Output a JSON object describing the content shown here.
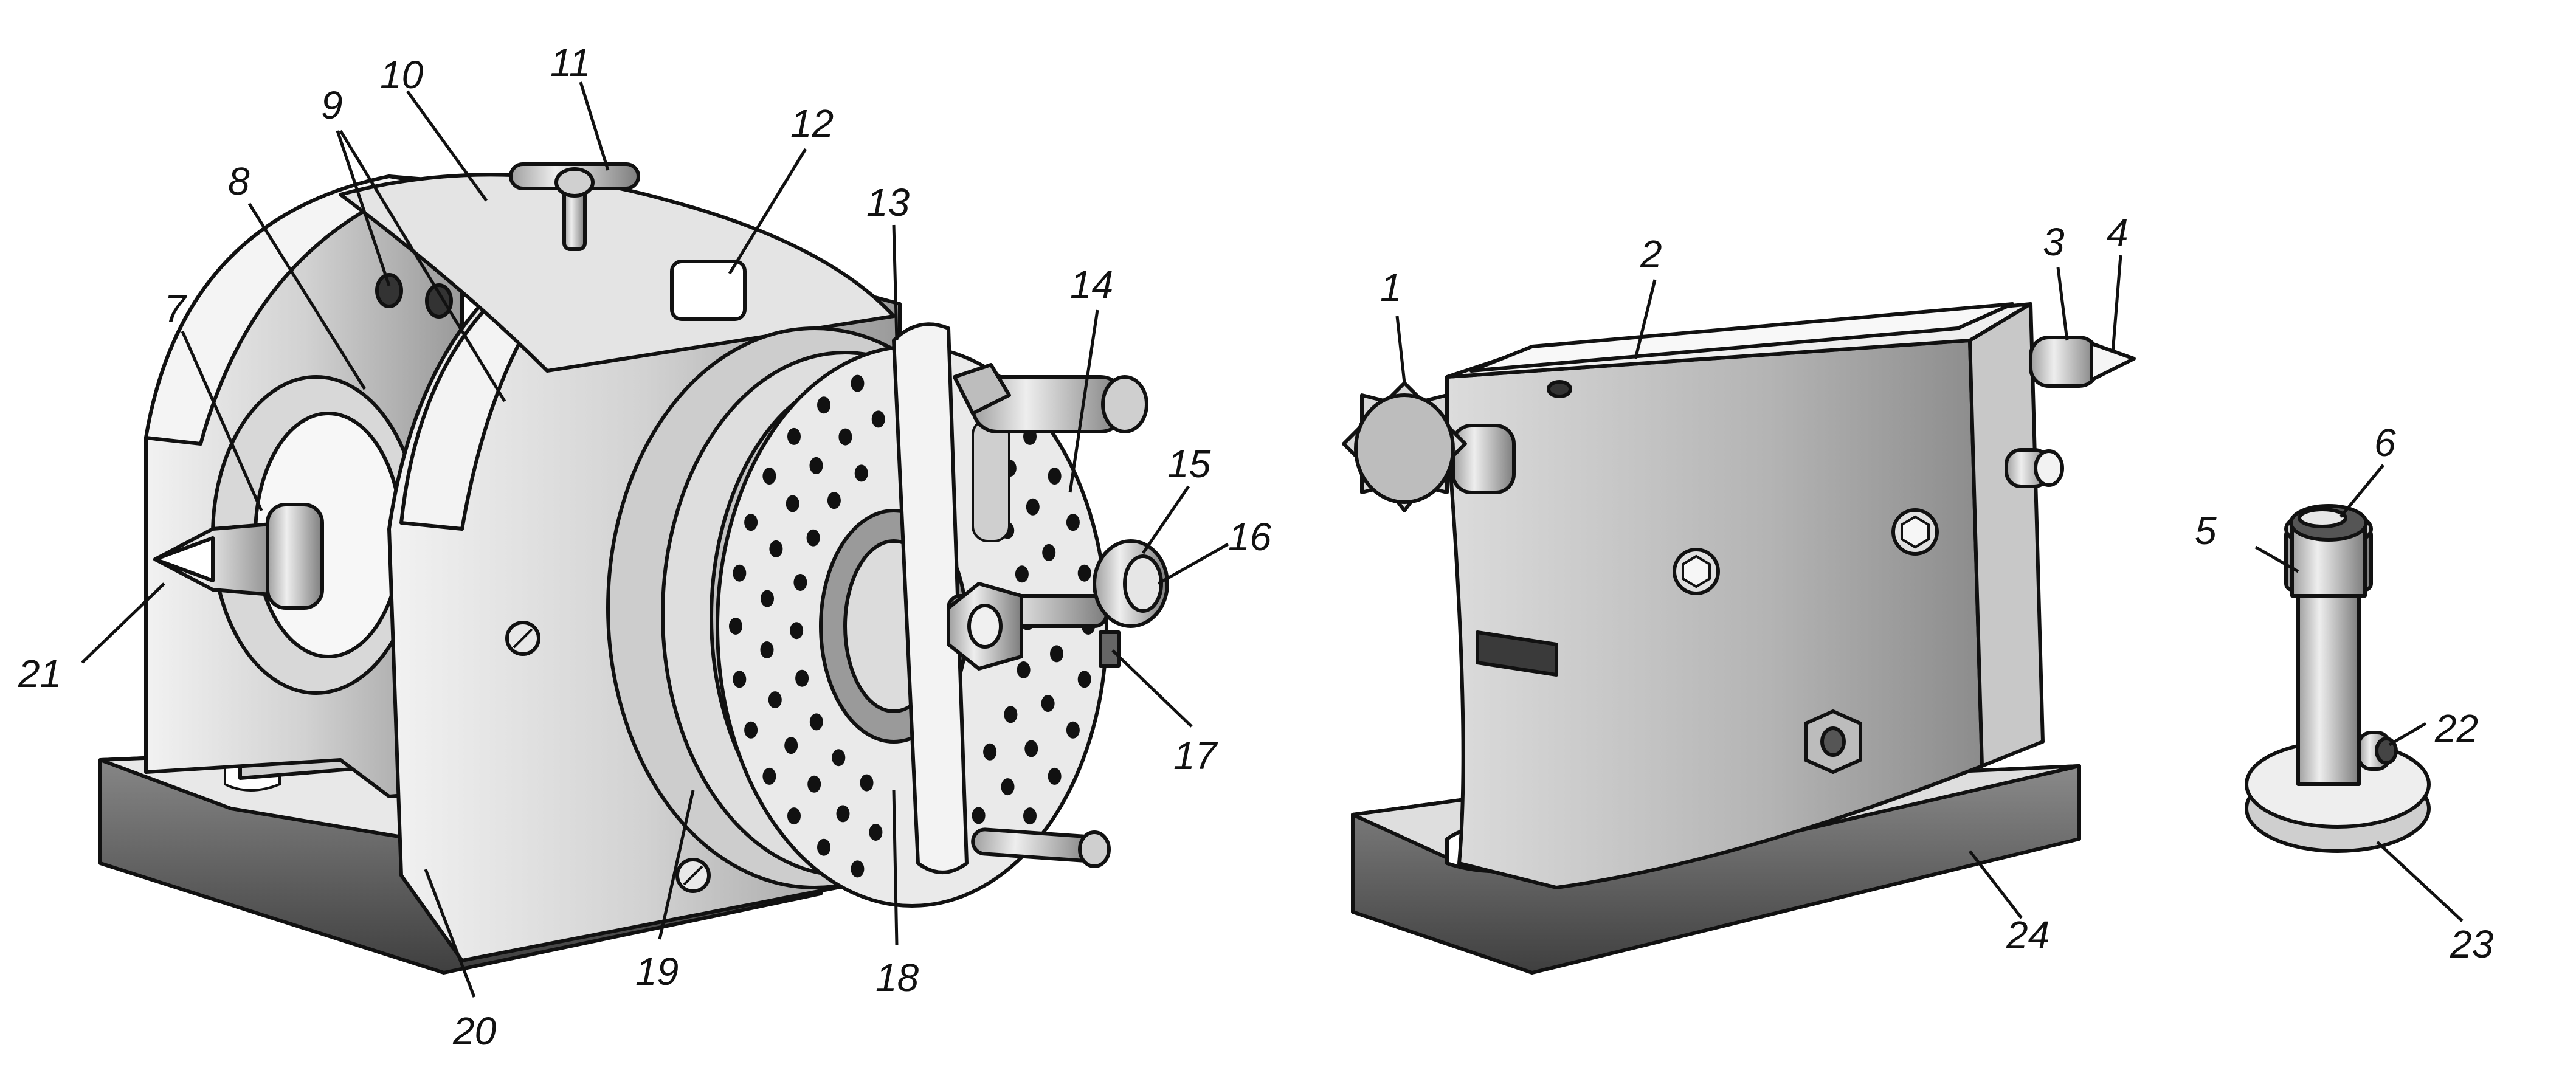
{
  "figure": {
    "labels": [
      {
        "id": "1",
        "text": "1"
      },
      {
        "id": "2",
        "text": "2"
      },
      {
        "id": "3",
        "text": "3"
      },
      {
        "id": "4",
        "text": "4"
      },
      {
        "id": "5",
        "text": "5"
      },
      {
        "id": "6",
        "text": "6"
      },
      {
        "id": "7",
        "text": "7"
      },
      {
        "id": "8",
        "text": "8"
      },
      {
        "id": "9",
        "text": "9"
      },
      {
        "id": "10",
        "text": "10"
      },
      {
        "id": "11",
        "text": "11"
      },
      {
        "id": "12",
        "text": "12"
      },
      {
        "id": "13",
        "text": "13"
      },
      {
        "id": "14",
        "text": "14"
      },
      {
        "id": "15",
        "text": "15"
      },
      {
        "id": "16",
        "text": "16"
      },
      {
        "id": "17",
        "text": "17"
      },
      {
        "id": "18",
        "text": "18"
      },
      {
        "id": "19",
        "text": "19"
      },
      {
        "id": "20",
        "text": "20"
      },
      {
        "id": "21",
        "text": "21"
      },
      {
        "id": "22",
        "text": "22"
      },
      {
        "id": "23",
        "text": "23"
      },
      {
        "id": "24",
        "text": "24"
      }
    ]
  },
  "colors": {
    "ink": "#111111",
    "light": "#e6e6e6",
    "mid": "#bdbdbd",
    "dark": "#6e6e6e",
    "darker": "#4a4a4a"
  }
}
